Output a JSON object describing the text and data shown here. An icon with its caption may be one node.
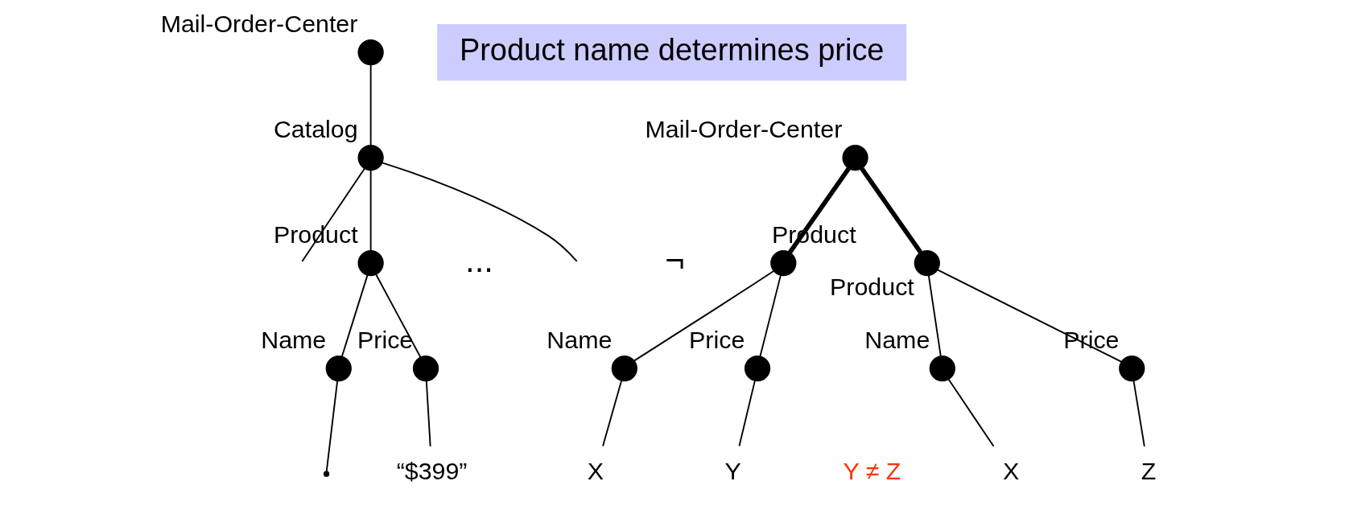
{
  "diagram": {
    "nodes": [
      {
        "text": [],
        "shape": "circle",
        "beside": [
          "Mail-Order-Center"
        ]
      },
      {
        "text": [],
        "shape": "circle",
        "beside": [
          "Catalog"
        ]
      },
      {
        "text": [],
        "shape": "circle",
        "beside": [
          "Product"
        ]
      },
      {
        "text": [],
        "shape": "circle",
        "beside": [
          "Name"
        ]
      },
      {
        "text": [],
        "shape": "circle",
        "beside": [
          "Price"
        ]
      },
      {
        "text": [],
        "shape": "point"
      },
      {
        "text": [
          "“$399”"
        ]
      },
      {
        "text": [
          "Product name determines price"
        ]
      },
      {
        "text": [],
        "shape": "circle",
        "beside": [
          "Mail-Order-Center"
        ]
      },
      {
        "text": [],
        "shape": "circle",
        "beside": [
          "Product"
        ]
      },
      {
        "text": [],
        "shape": "circle",
        "beside": [
          "Product"
        ]
      },
      {
        "text": [],
        "shape": "circle",
        "beside": [
          "Name"
        ]
      },
      {
        "text": [],
        "shape": "circle",
        "beside": [
          "Price"
        ]
      },
      {
        "text": [],
        "shape": "circle",
        "beside": [
          "Name"
        ]
      },
      {
        "text": [],
        "shape": "circle",
        "beside": [
          "Price"
        ]
      },
      {
        "text": [
          "X"
        ]
      },
      {
        "text": [
          "Y"
        ]
      },
      {
        "text": [
          "X"
        ]
      },
      {
        "text": [
          "Z"
        ]
      }
    ],
    "edges": [
      {
        "from": 0,
        "to": 1,
        "arrow": "none"
      },
      {
        "from": 1,
        "to": null,
        "arrow": "none"
      },
      {
        "from": 1,
        "to": 2,
        "arrow": "none"
      },
      {
        "from": 1,
        "to": null,
        "arrow": "none"
      },
      {
        "from": 2,
        "to": 3,
        "arrow": "none"
      },
      {
        "from": 2,
        "to": 4,
        "arrow": "none"
      },
      {
        "from": 3,
        "to": 5,
        "arrow": "none"
      },
      {
        "from": 4,
        "to": 6,
        "arrow": "none"
      },
      {
        "from": 8,
        "to": 9,
        "arrow": "none",
        "style": "thick"
      },
      {
        "from": 8,
        "to": 10,
        "arrow": "none",
        "style": "thick"
      },
      {
        "from": 9,
        "to": 11,
        "arrow": "none"
      },
      {
        "from": 9,
        "to": 12,
        "arrow": "none"
      },
      {
        "from": 10,
        "to": 13,
        "arrow": "none"
      },
      {
        "from": 10,
        "to": 14,
        "arrow": "none"
      },
      {
        "from": 11,
        "to": 15,
        "arrow": "none"
      },
      {
        "from": 12,
        "to": 16,
        "arrow": "none"
      },
      {
        "from": 13,
        "to": 17,
        "arrow": "none"
      },
      {
        "from": 14,
        "to": 18,
        "arrow": "none"
      }
    ],
    "labels": [
      "...",
      "¬",
      "Y ≠ Z"
    ]
  }
}
